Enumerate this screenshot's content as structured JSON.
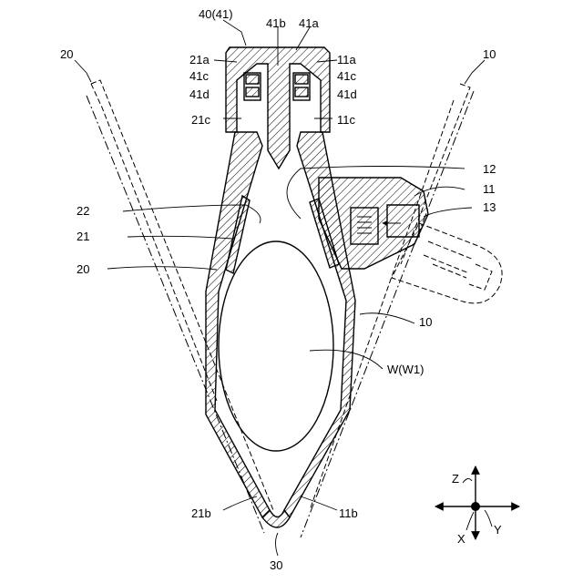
{
  "labels": {
    "l_40_41": "40(41)",
    "l_41b": "41b",
    "l_41a": "41a",
    "l_21a": "21a",
    "l_11a": "11a",
    "l_41c_left": "41c",
    "l_41c_right": "41c",
    "l_41d_left": "41d",
    "l_41d_right": "41d",
    "l_21c": "21c",
    "l_11c": "11c",
    "l_20_top": "20",
    "l_10_top": "10",
    "l_12": "12",
    "l_11": "11",
    "l_13": "13",
    "l_22": "22",
    "l_21": "21",
    "l_20_mid": "20",
    "l_10_mid": "10",
    "l_w": "W(W1)",
    "l_21b": "21b",
    "l_11b": "11b",
    "l_30": "30"
  },
  "axes": {
    "z": "Z",
    "x": "X",
    "y": "Y"
  },
  "colors": {
    "line": "#000000",
    "background": "#ffffff"
  }
}
